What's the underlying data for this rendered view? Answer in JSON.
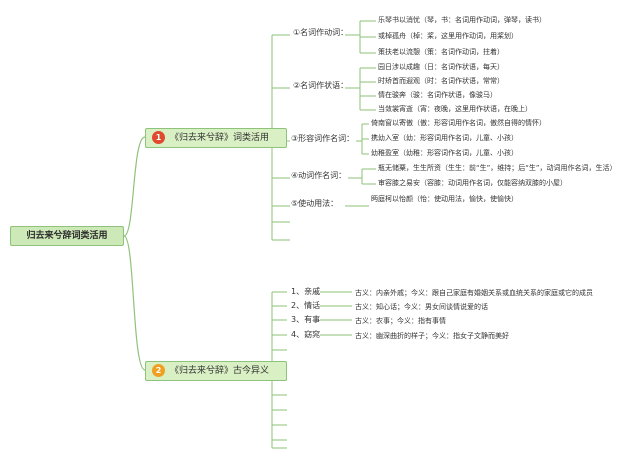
{
  "root": {
    "label": "归去来兮辞词类活用"
  },
  "branch1": {
    "num": "1",
    "label": "《归去来兮辞》词类活用",
    "subs": [
      {
        "label": "①名词作动词：",
        "leaves": [
          "乐琴书以消忧（琴，书：名词用作动词，弹琴，读书）",
          "或棹孤舟（棹：桨，这里用作动词，用桨划）",
          "策扶老以流憩（策：名词作动词，拄着）"
        ]
      },
      {
        "label": "②名词作状语：",
        "leaves": [
          "园日涉以成趣（日：名词作状语，每天）",
          "时矫首而遐观（时：名词作状语，常常）",
          "情在骏奔（骏：名词作状语，像骏马）",
          "当敛裳宵逝（宵：夜晚，这里用作状语，在晚上）"
        ]
      },
      {
        "label": "③形容词作名词：",
        "leaves": [
          "倚南窗以寄傲（傲：形容词用作名词，傲然自得的情怀）",
          "携幼入室（幼：形容词用作名词，儿童、小孩）",
          "幼稚盈室（幼稚：形容词作名词，儿童、小孩）"
        ]
      },
      {
        "label": "④动词作名词：",
        "leaves": [
          "瓶无储粟，生生所资（生生：前“生”，维持；后“生”，动词用作名词，生活）",
          "审容膝之易安（容膝：动词用作名词，仅能容纳双膝的小屋）"
        ]
      },
      {
        "label": "⑤使动用法：",
        "leaves": [
          "眄庭柯以怡颜（怡：使动用法，愉快，使愉快）"
        ]
      }
    ]
  },
  "branch2": {
    "num": "2",
    "label": "《归去来兮辞》古今异义",
    "items": [
      {
        "label": "1、亲戚",
        "text": "古义：内亲外戚；今义：跟自己家庭有婚姻关系或血统关系的家庭或它的成员"
      },
      {
        "label": "2、情话",
        "text": "古义：知心话；今义：男女间谈情说爱的话"
      },
      {
        "label": "3、有事",
        "text": "古义：农事；今义：指有事情"
      },
      {
        "label": "4、窈窕",
        "text": "古义：幽深曲折的样子；今义：指女子文静而美好"
      }
    ]
  },
  "colors": {
    "line": "#8fc27a",
    "node_fill": "#d9efc4",
    "num1": "#e04a2e",
    "num2": "#f0a020"
  }
}
